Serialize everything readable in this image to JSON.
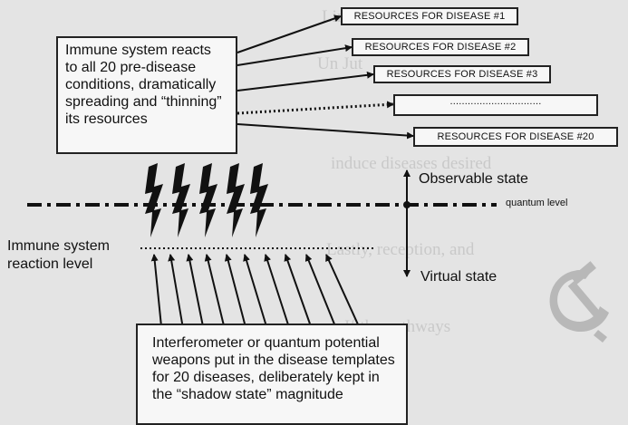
{
  "immune_box": {
    "lines": [
      "Immune system reacts",
      "to all 20 pre-disease",
      "conditions, dramatically",
      "spreading and “thinning”",
      "its resources"
    ]
  },
  "resources": [
    "RESOURCES FOR DISEASE #1",
    "RESOURCES FOR DISEASE #2",
    "RESOURCES FOR DISEASE #3",
    "...............................",
    "RESOURCES FOR DISEASE #20"
  ],
  "labels": {
    "observable_state": "Observable state",
    "quantum_level": "quantum level",
    "reaction_level": "Immune system\nreaction level",
    "virtual_state": "Virtual state"
  },
  "weapons_box": {
    "lines": [
      "Interferometer or quantum potential",
      "weapons put in the disease templates",
      "for 20 diseases, deliberately kept in",
      "the “shadow state” magnitude"
    ]
  },
  "colors": {
    "background": "#e4e4e4",
    "ink": "#111111",
    "box_fill": "#f7f7f7"
  },
  "icons": [
    "hammer-sickle-icon"
  ]
}
